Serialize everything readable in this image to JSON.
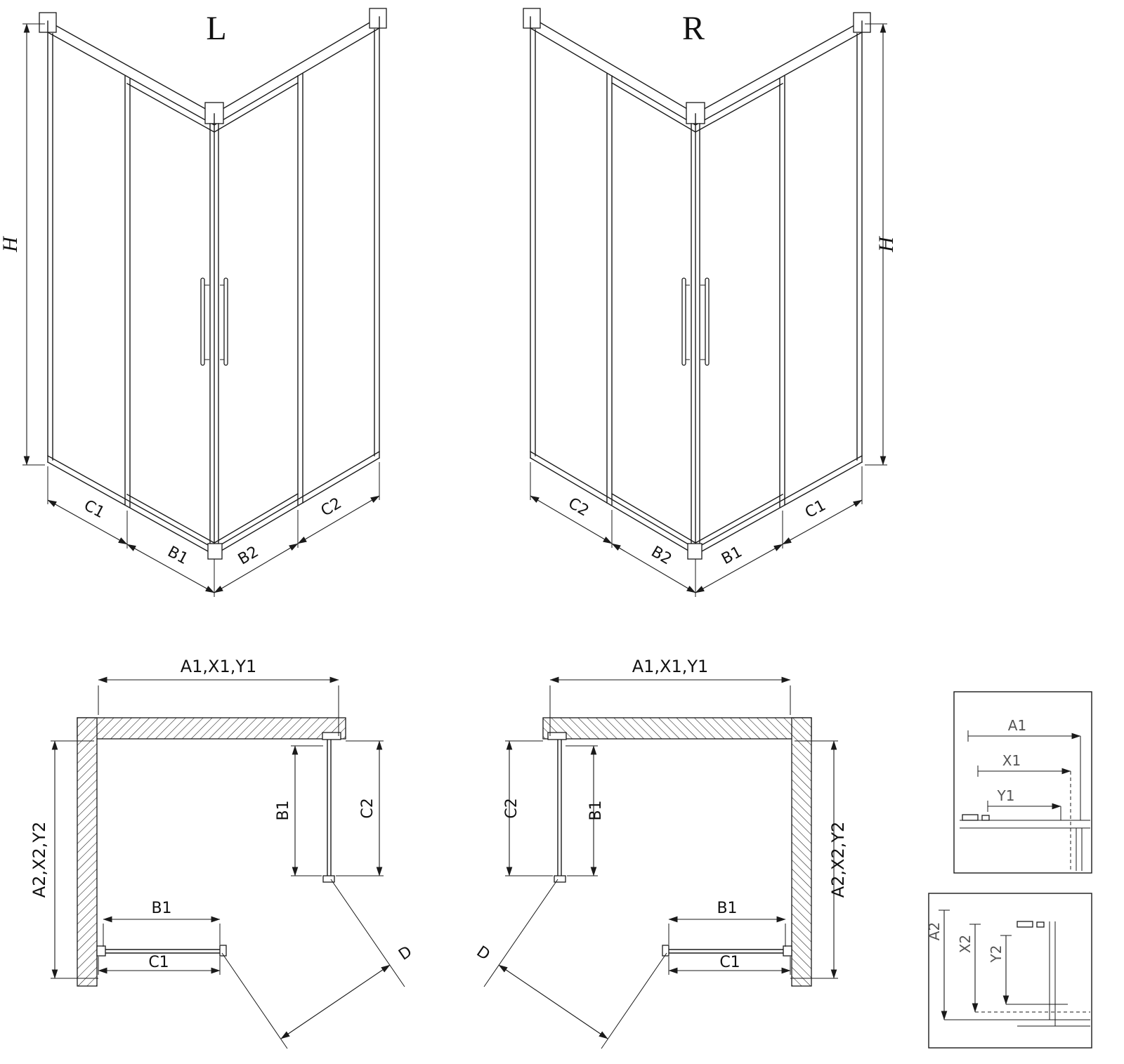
{
  "iso_left": {
    "label": "L",
    "height": "H",
    "dims": {
      "c1": "C1",
      "b1": "B1",
      "b2": "B2",
      "c2": "C2"
    }
  },
  "iso_right": {
    "label": "R",
    "height": "H",
    "dims": {
      "c2": "C2",
      "b2": "B2",
      "b1": "B1",
      "c1": "C1"
    }
  },
  "plan_left": {
    "width": "A1,X1,Y1",
    "depth": "A2,X2,Y2",
    "side_door": "B1",
    "side_fixed": "C2",
    "bottom_door": "B1",
    "bottom_fixed": "C1",
    "diagonal": "D"
  },
  "plan_right": {
    "width": "A1,X1,Y1",
    "depth": "A2,X2,Y2",
    "side_door": "B1",
    "side_fixed": "C2",
    "bottom_door": "B1",
    "bottom_fixed": "C1",
    "diagonal": "D"
  },
  "detail_width": {
    "a1": "A1",
    "x1": "X1",
    "y1": "Y1"
  },
  "detail_depth": {
    "a2": "A2",
    "x2": "X2",
    "y2": "Y2"
  },
  "colors": {
    "line": "#1a1a1a",
    "background": "#ffffff"
  }
}
